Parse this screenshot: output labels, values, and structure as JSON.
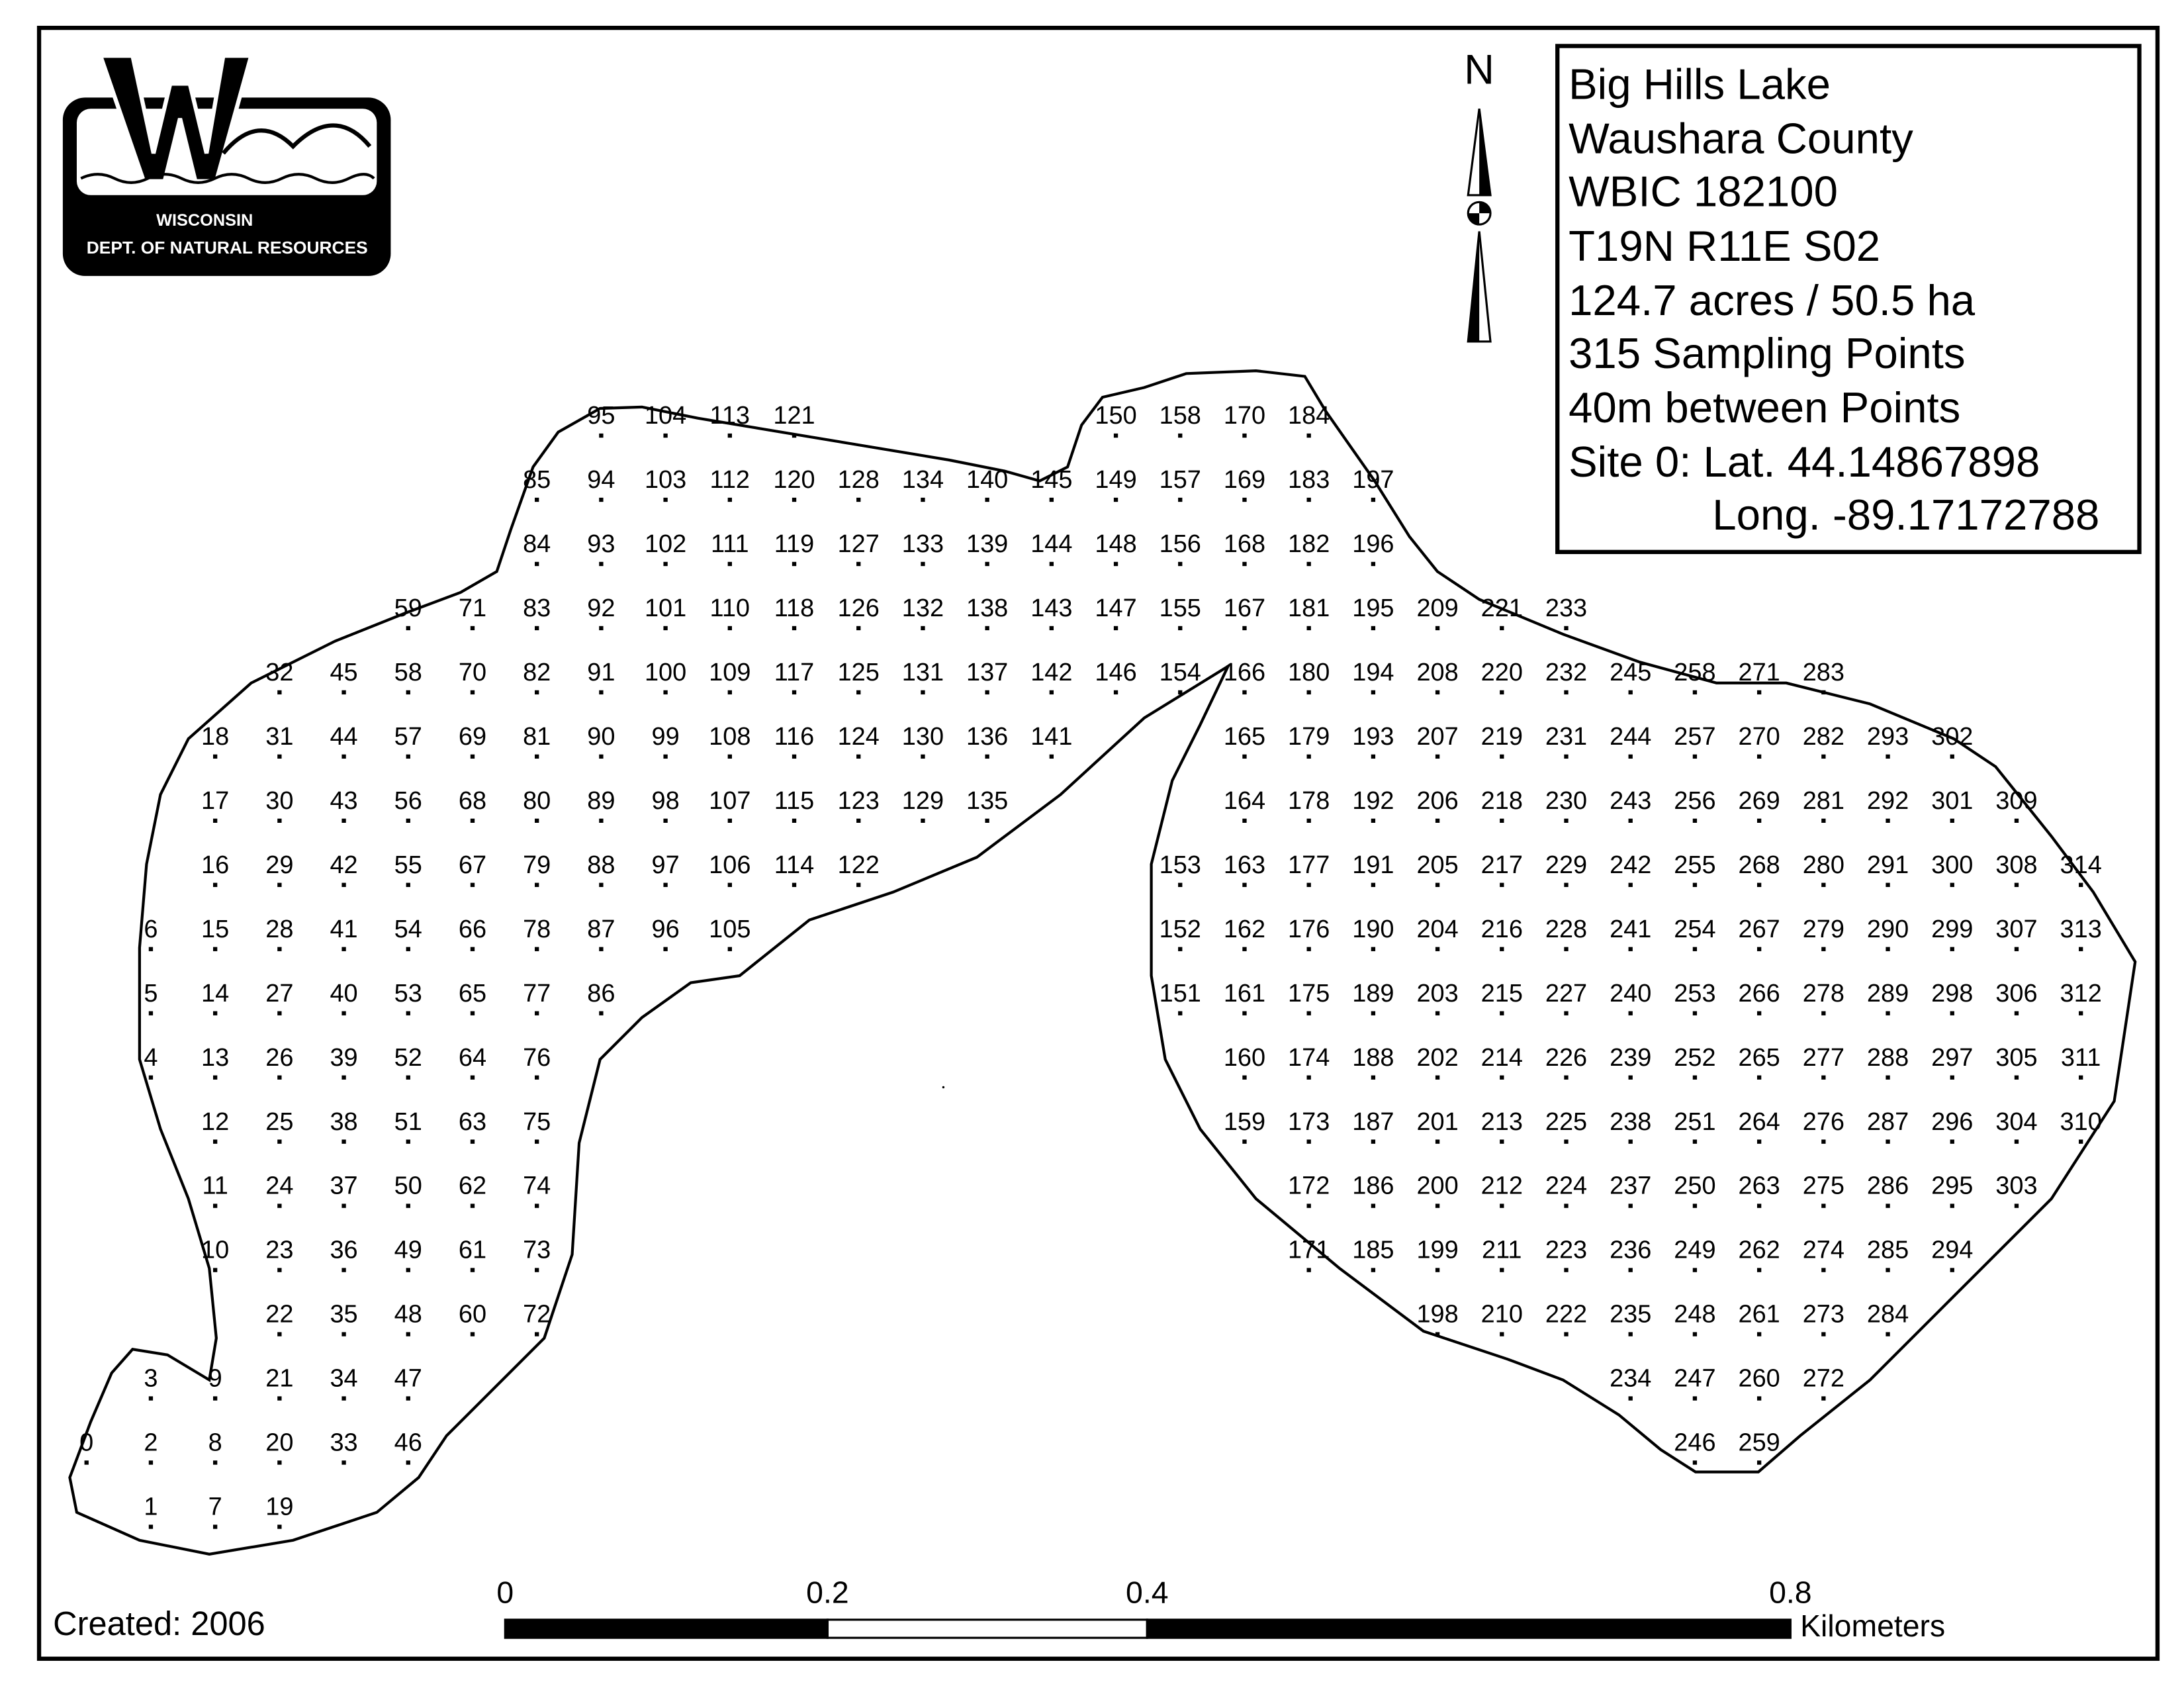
{
  "logo": {
    "line1": "WISCONSIN",
    "line2": "DEPT. OF NATURAL RESOURCES",
    "letter": "W"
  },
  "north": "N",
  "info": {
    "lines": [
      "Big Hills Lake",
      "Waushara County",
      "WBIC 182100",
      "T19N R11E S02",
      "124.7 acres / 50.5 ha",
      "315 Sampling Points",
      "40m between Points",
      "Site 0: Lat. 44.14867898",
      "Long. -89.17172788"
    ]
  },
  "scale_bar": {
    "labels": [
      "0",
      "0.2",
      "0.4",
      "0.8"
    ],
    "unit": "Kilometers"
  },
  "created": "Created: 2006",
  "sampling_points": {
    "columns": [
      [
        0
      ],
      [
        1,
        2,
        3,
        4,
        5,
        6
      ],
      [
        7,
        8,
        9,
        10,
        11,
        12,
        13,
        14,
        15,
        16,
        17,
        18
      ],
      [
        19,
        20,
        21,
        22,
        23,
        24,
        25,
        26,
        27,
        28,
        29,
        30,
        31,
        32
      ],
      [
        33,
        34,
        35,
        36,
        37,
        38,
        39,
        40,
        41,
        42,
        43,
        44,
        45
      ],
      [
        46,
        47,
        48,
        49,
        50,
        51,
        52,
        53,
        54,
        55,
        56,
        57,
        58,
        59
      ],
      [
        60,
        61,
        62,
        63,
        64,
        65,
        66,
        67,
        68,
        69,
        70,
        71
      ],
      [
        72,
        73,
        74,
        75,
        76,
        77,
        78,
        79,
        80,
        81,
        82,
        83,
        84,
        85
      ],
      [
        86,
        87,
        88,
        89,
        90,
        91,
        92,
        93,
        94,
        95
      ],
      [
        96,
        97,
        98,
        99,
        100,
        101,
        102,
        103,
        104
      ],
      [
        105,
        106,
        107,
        108,
        109,
        110,
        111,
        112,
        113
      ],
      [
        114,
        115,
        116,
        117,
        118,
        119,
        120,
        121
      ],
      [
        122,
        123,
        124,
        125,
        126,
        127,
        128
      ],
      [
        129,
        130,
        131,
        132,
        133,
        134
      ],
      [
        135,
        136,
        137,
        138,
        139,
        140
      ],
      [
        141,
        142,
        143,
        144,
        145
      ],
      [
        146,
        147,
        148,
        149,
        150
      ],
      [
        151,
        152,
        153,
        154,
        155,
        156,
        157,
        158
      ],
      [
        159,
        160,
        161,
        162,
        163,
        164,
        165,
        166,
        167,
        168,
        169,
        170
      ],
      [
        171,
        172,
        173,
        174,
        175,
        176,
        177,
        178,
        179,
        180,
        181,
        182,
        183,
        184
      ],
      [
        185,
        186,
        187,
        188,
        189,
        190,
        191,
        192,
        193,
        194,
        195,
        196,
        197
      ],
      [
        198,
        199,
        200,
        201,
        202,
        203,
        204,
        205,
        206,
        207,
        208,
        209
      ],
      [
        210,
        211,
        212,
        213,
        214,
        215,
        216,
        217,
        218,
        219,
        220,
        221
      ],
      [
        222,
        223,
        224,
        225,
        226,
        227,
        228,
        229,
        230,
        231,
        232,
        233
      ],
      [
        234,
        235,
        236,
        237,
        238,
        239,
        240,
        241,
        242,
        243,
        244,
        245
      ],
      [
        246,
        247,
        248,
        249,
        250,
        251,
        252,
        253,
        254,
        255,
        256,
        257,
        258
      ],
      [
        259,
        260,
        261,
        262,
        263,
        264,
        265,
        266,
        267,
        268,
        269,
        270,
        271
      ],
      [
        272,
        273,
        274,
        275,
        276,
        277,
        278,
        279,
        280,
        281,
        282,
        283
      ],
      [
        284,
        285,
        286,
        287,
        288,
        289,
        290,
        291,
        292,
        293
      ],
      [
        294,
        295,
        296,
        297,
        298,
        299,
        300,
        301,
        302
      ],
      [
        303,
        304,
        305,
        306,
        307,
        308,
        309
      ],
      [
        310,
        311,
        312,
        313,
        314
      ]
    ]
  }
}
